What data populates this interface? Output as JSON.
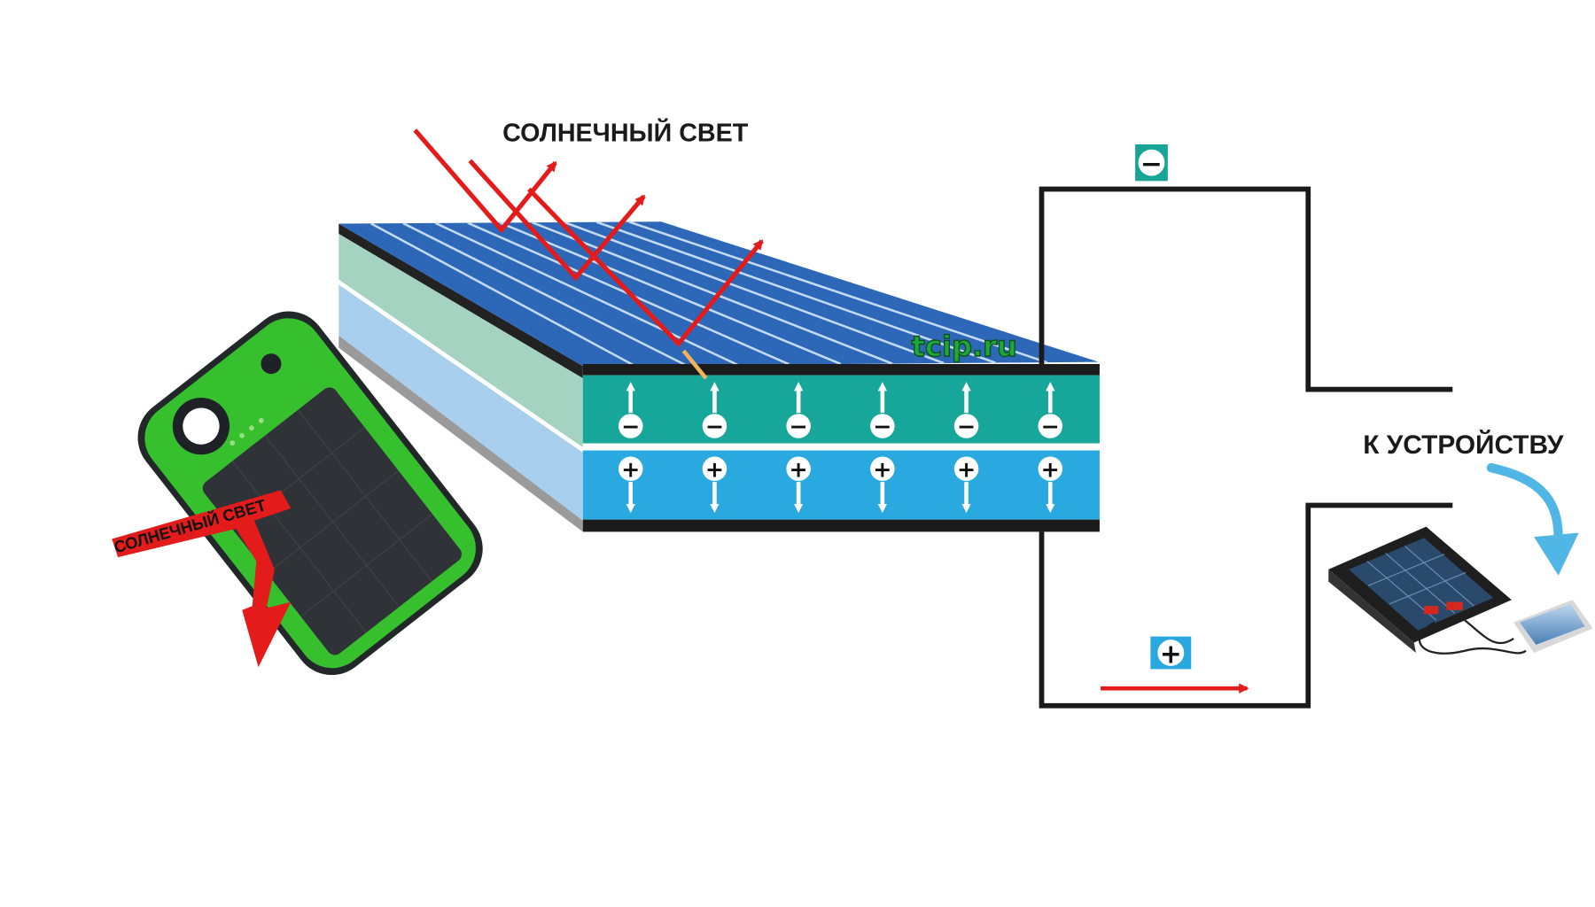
{
  "labels": {
    "sunlight": "СОЛНЕЧНЫЙ СВЕТ",
    "to_device": "К УСТРОЙСТВУ",
    "watermark": "tcip.ru",
    "powerbank_sunlight": "СОЛНЕЧНЫЙ СВЕТ"
  },
  "terminals": {
    "negative_sign": "−",
    "positive_sign": "+"
  },
  "charges": {
    "n_layer_sign": "−",
    "p_layer_sign": "+",
    "count": 6
  },
  "colors": {
    "cell_top": "#2d68b8",
    "n_layer": "#17a79a",
    "p_layer": "#2aa9e0",
    "light_arrows": "#e31b1b",
    "circuit_wire": "#1a1a1a",
    "current_arrow": "#e31b1b",
    "device_arrow": "#4fb6e6",
    "watermark": "#1fa83a",
    "powerbank_case": "#33c02c",
    "negative_terminal_bg": "#16a596",
    "positive_terminal_bg": "#29a8df"
  },
  "icons": {
    "powerbank": "green-solar-power-bank",
    "device": "solar-charger-with-phone"
  }
}
